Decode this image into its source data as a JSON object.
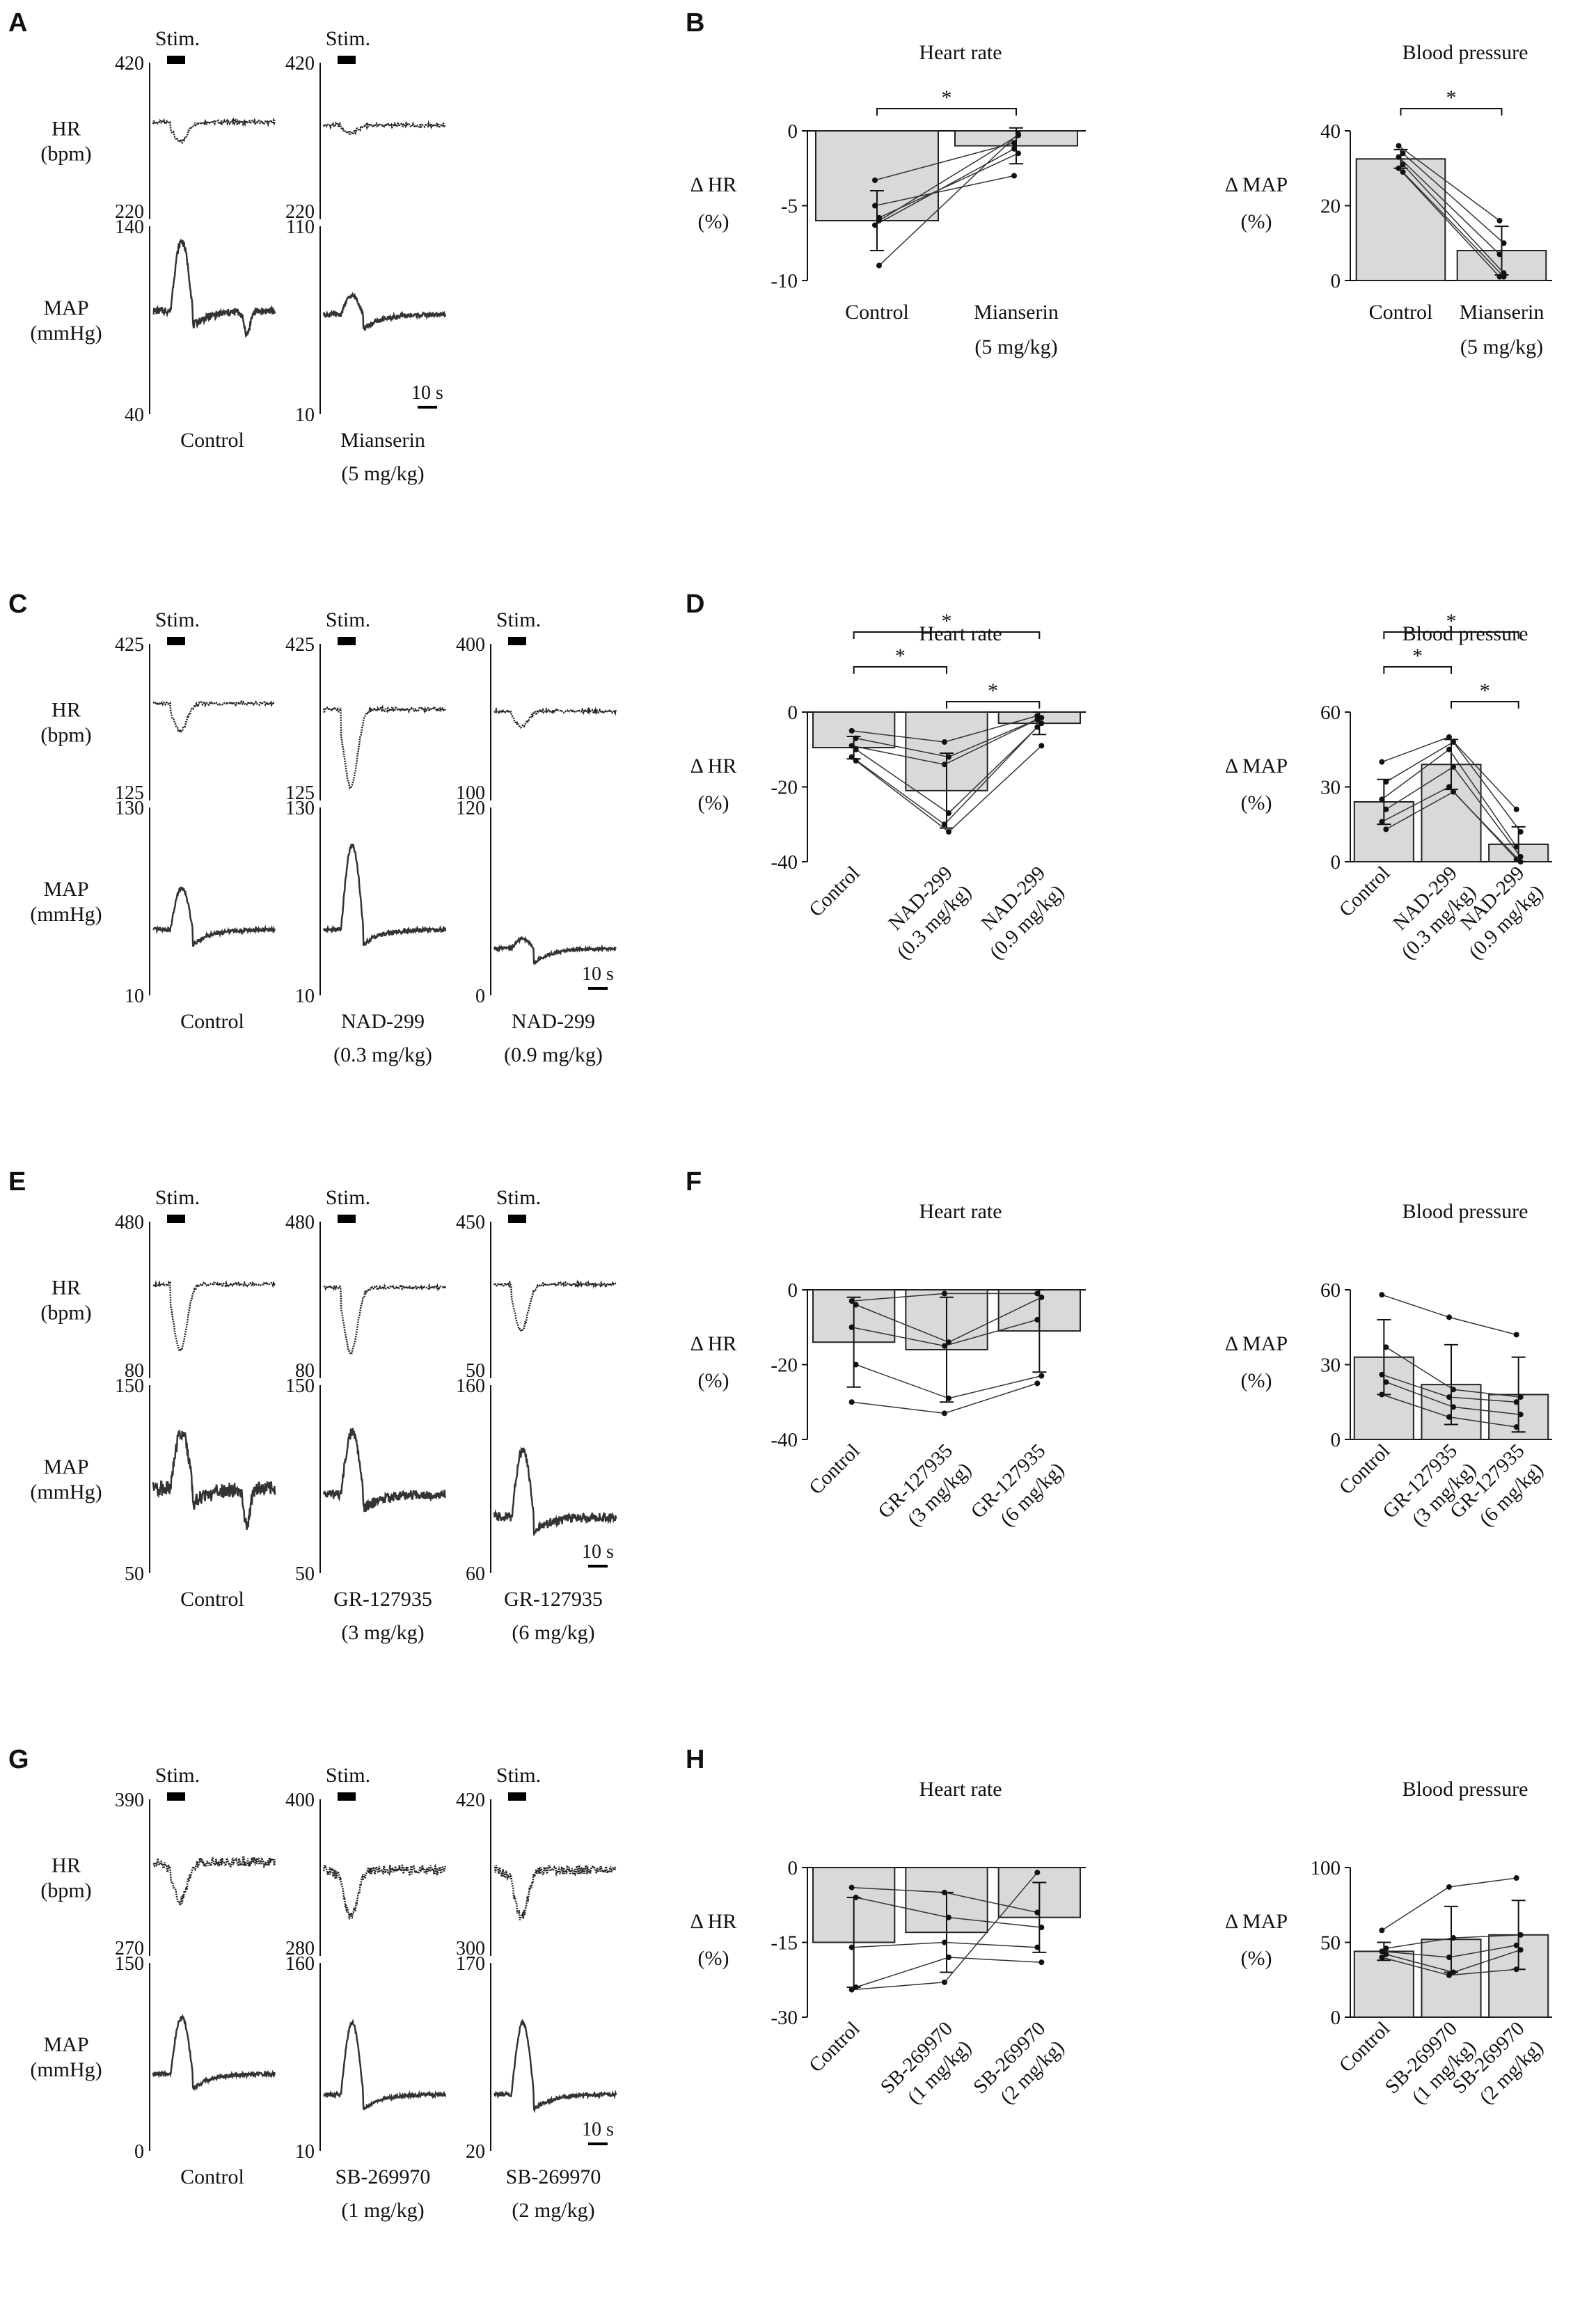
{
  "figure": {
    "panel_letters": [
      "A",
      "B",
      "C",
      "D",
      "E",
      "F",
      "G",
      "H"
    ],
    "trace_common": {
      "stim_label": "Stim.",
      "hr_label": [
        "HR",
        "(bpm)"
      ],
      "map_label": [
        "MAP",
        "(mmHg)"
      ],
      "scalebar_label": "10 s"
    },
    "rows": [
      {
        "trace_panel": "A",
        "bar_panel": "B",
        "traces": [
          {
            "label": [
              "Control"
            ],
            "hr": [
              420,
              220
            ],
            "map": [
              140,
              40
            ],
            "hr_base": 0.62,
            "hr_dip": 0.13,
            "hr_noise": 0.012,
            "map_base": 0.55,
            "map_peak": 0.37,
            "map_under": 0.06,
            "map_noise": 0.02
          },
          {
            "label": [
              "Mianserin",
              "(5 mg/kg)"
            ],
            "hr": [
              420,
              220
            ],
            "map": [
              110,
              10
            ],
            "hr_base": 0.6,
            "hr_dip": 0.05,
            "hr_noise": 0.012,
            "map_base": 0.53,
            "map_peak": 0.1,
            "map_under": 0.0,
            "map_noise": 0.012
          }
        ],
        "charts": [
          {
            "type": "bar",
            "title": "Heart rate",
            "ylabel": [
              "Δ HR",
              "(%)"
            ],
            "categories": [
              [
                "Control"
              ],
              [
                "Mianserin",
                "(5 mg/kg)"
              ]
            ],
            "rotated_labels": false,
            "ylim": [
              -10,
              0
            ],
            "yticks": [
              0,
              -5,
              -10
            ],
            "values": [
              -6,
              -1
            ],
            "errors": [
              2,
              1.2
            ],
            "individuals": [
              [
                -3.3,
                -6,
                -6.3,
                -5.8,
                -5,
                -9
              ],
              [
                -0.8,
                -0.3,
                -1.2,
                -1.5,
                -3,
                -0.2
              ]
            ],
            "significance": [
              [
                0,
                1
              ]
            ]
          },
          {
            "type": "bar",
            "title": "Blood pressure",
            "ylabel": [
              "Δ MAP",
              "(%)"
            ],
            "categories": [
              [
                "Control"
              ],
              [
                "Mianserin",
                "(5 mg/kg)"
              ]
            ],
            "rotated_labels": false,
            "ylim": [
              0,
              40
            ],
            "yticks": [
              0,
              20,
              40
            ],
            "values": [
              32.5,
              8
            ],
            "errors": [
              2.5,
              6.5
            ],
            "individuals": [
              [
                36,
                34,
                33,
                31,
                30,
                29
              ],
              [
                16,
                10,
                7,
                2,
                1,
                1
              ]
            ],
            "significance": [
              [
                0,
                1
              ]
            ]
          }
        ]
      },
      {
        "trace_panel": "C",
        "bar_panel": "D",
        "traces": [
          {
            "label": [
              "Control"
            ],
            "hr": [
              425,
              125
            ],
            "map": [
              130,
              10
            ],
            "hr_base": 0.62,
            "hr_dip": 0.18,
            "hr_noise": 0.01,
            "map_base": 0.35,
            "map_peak": 0.22,
            "map_under": 0.0,
            "map_noise": 0.01
          },
          {
            "label": [
              "NAD-299",
              "(0.3 mg/kg)"
            ],
            "hr": [
              425,
              125
            ],
            "map": [
              130,
              10
            ],
            "hr_base": 0.58,
            "hr_dip": 0.5,
            "hr_noise": 0.012,
            "map_base": 0.35,
            "map_peak": 0.45,
            "map_under": 0.0,
            "map_noise": 0.012
          },
          {
            "label": [
              "NAD-299",
              "(0.9 mg/kg)"
            ],
            "hr": [
              400,
              100
            ],
            "map": [
              120,
              0
            ],
            "hr_base": 0.57,
            "hr_dip": 0.1,
            "hr_noise": 0.01,
            "map_base": 0.25,
            "map_peak": 0.05,
            "map_under": 0.0,
            "map_noise": 0.008
          }
        ],
        "charts": [
          {
            "type": "bar",
            "title": "Heart rate",
            "ylabel": [
              "Δ HR",
              "(%)"
            ],
            "categories": [
              [
                "Control"
              ],
              [
                "NAD-299",
                "(0.3 mg/kg)"
              ],
              [
                "NAD-299",
                "(0.9 mg/kg)"
              ]
            ],
            "rotated_labels": true,
            "ylim": [
              -40,
              0
            ],
            "yticks": [
              0,
              -20,
              -40
            ],
            "values": [
              -9.5,
              -21,
              -3
            ],
            "errors": [
              3,
              10,
              3
            ],
            "individuals": [
              [
                -5,
                -7,
                -9,
                -10,
                -12,
                -13
              ],
              [
                -8,
                -12,
                -14,
                -27,
                -30,
                -32
              ],
              [
                -1,
                -1.5,
                -2,
                -3,
                -4,
                -9
              ]
            ],
            "significance": [
              [
                0,
                1
              ],
              [
                0,
                2
              ],
              [
                1,
                2
              ]
            ]
          },
          {
            "type": "bar",
            "title": "Blood pressure",
            "ylabel": [
              "Δ MAP",
              "(%)"
            ],
            "categories": [
              [
                "Control"
              ],
              [
                "NAD-299",
                "(0.3 mg/kg)"
              ],
              [
                "NAD-299",
                "(0.9 mg/kg)"
              ]
            ],
            "rotated_labels": true,
            "ylim": [
              0,
              60
            ],
            "yticks": [
              0,
              30,
              60
            ],
            "values": [
              24,
              39,
              7
            ],
            "errors": [
              9,
              10,
              7
            ],
            "individuals": [
              [
                40,
                32,
                25,
                21,
                16,
                13
              ],
              [
                50,
                48,
                45,
                38,
                30,
                28
              ],
              [
                21,
                12,
                6,
                2,
                1,
                0
              ]
            ],
            "significance": [
              [
                0,
                1
              ],
              [
                0,
                2
              ],
              [
                1,
                2
              ]
            ]
          }
        ]
      },
      {
        "trace_panel": "E",
        "bar_panel": "F",
        "traces": [
          {
            "label": [
              "Control"
            ],
            "hr": [
              480,
              80
            ],
            "map": [
              150,
              50
            ],
            "hr_base": 0.6,
            "hr_dip": 0.42,
            "hr_noise": 0.01,
            "map_base": 0.45,
            "map_peak": 0.3,
            "map_under": 0.1,
            "map_noise": 0.04
          },
          {
            "label": [
              "GR-127935",
              "(3 mg/kg)"
            ],
            "hr": [
              480,
              80
            ],
            "map": [
              150,
              50
            ],
            "hr_base": 0.58,
            "hr_dip": 0.42,
            "hr_noise": 0.01,
            "map_base": 0.42,
            "map_peak": 0.33,
            "map_under": 0.05,
            "map_noise": 0.025
          },
          {
            "label": [
              "GR-127935",
              "(6 mg/kg)"
            ],
            "hr": [
              450,
              50
            ],
            "map": [
              160,
              60
            ],
            "hr_base": 0.6,
            "hr_dip": 0.3,
            "hr_noise": 0.01,
            "map_base": 0.3,
            "map_peak": 0.35,
            "map_under": 0.05,
            "map_noise": 0.025
          }
        ],
        "charts": [
          {
            "type": "bar",
            "title": "Heart rate",
            "ylabel": [
              "Δ HR",
              "(%)"
            ],
            "categories": [
              [
                "Control"
              ],
              [
                "GR-127935",
                "(3 mg/kg)"
              ],
              [
                "GR-127935",
                "(6 mg/kg)"
              ]
            ],
            "rotated_labels": true,
            "ylim": [
              -40,
              0
            ],
            "yticks": [
              0,
              -20,
              -40
            ],
            "values": [
              -14,
              -16,
              -11
            ],
            "errors": [
              12,
              14,
              11
            ],
            "individuals": [
              [
                -3,
                -4,
                -10,
                -20,
                -30
              ],
              [
                -1,
                -14,
                -15,
                -29,
                -33
              ],
              [
                -1,
                -2,
                -8,
                -23,
                -25
              ]
            ],
            "significance": []
          },
          {
            "type": "bar",
            "title": "Blood pressure",
            "ylabel": [
              "Δ MAP",
              "(%)"
            ],
            "categories": [
              [
                "Control"
              ],
              [
                "GR-127935",
                "(3 mg/kg)"
              ],
              [
                "GR-127935",
                "(6 mg/kg)"
              ]
            ],
            "rotated_labels": true,
            "ylim": [
              0,
              60
            ],
            "yticks": [
              0,
              30,
              60
            ],
            "values": [
              33,
              22,
              18
            ],
            "errors": [
              15,
              16,
              15
            ],
            "individuals": [
              [
                58,
                37,
                26,
                23,
                18
              ],
              [
                49,
                20,
                17,
                13,
                9
              ],
              [
                42,
                17,
                15,
                10,
                5
              ]
            ],
            "significance": []
          }
        ]
      },
      {
        "trace_panel": "G",
        "bar_panel": "H",
        "traces": [
          {
            "label": [
              "Control"
            ],
            "hr": [
              390,
              270
            ],
            "map": [
              150,
              0
            ],
            "hr_base": 0.6,
            "hr_dip": 0.25,
            "hr_noise": 0.03,
            "map_base": 0.41,
            "map_peak": 0.3,
            "map_under": 0.0,
            "map_noise": 0.01
          },
          {
            "label": [
              "SB-269970",
              "(1 mg/kg)"
            ],
            "hr": [
              400,
              280
            ],
            "map": [
              160,
              10
            ],
            "hr_base": 0.55,
            "hr_dip": 0.3,
            "hr_noise": 0.03,
            "map_base": 0.3,
            "map_peak": 0.38,
            "map_under": 0.0,
            "map_noise": 0.01
          },
          {
            "label": [
              "SB-269970",
              "(2 mg/kg)"
            ],
            "hr": [
              420,
              300
            ],
            "map": [
              170,
              20
            ],
            "hr_base": 0.55,
            "hr_dip": 0.3,
            "hr_noise": 0.03,
            "map_base": 0.3,
            "map_peak": 0.38,
            "map_under": 0.0,
            "map_noise": 0.01
          }
        ],
        "charts": [
          {
            "type": "bar",
            "title": "Heart rate",
            "ylabel": [
              "Δ HR",
              "(%)"
            ],
            "categories": [
              [
                "Control"
              ],
              [
                "SB-269970",
                "(1 mg/kg)"
              ],
              [
                "SB-269970",
                "(2 mg/kg)"
              ]
            ],
            "rotated_labels": true,
            "ylim": [
              -30,
              0
            ],
            "yticks": [
              0,
              -15,
              -30
            ],
            "values": [
              -15,
              -13,
              -10
            ],
            "errors": [
              9,
              8,
              7
            ],
            "individuals": [
              [
                -4,
                -6,
                -16,
                -24,
                -24.5
              ],
              [
                -5,
                -10,
                -15,
                -18,
                -23
              ],
              [
                -9,
                -12,
                -16,
                -19,
                -1
              ]
            ],
            "significance": []
          },
          {
            "type": "bar",
            "title": "Blood pressure",
            "ylabel": [
              "Δ MAP",
              "(%)"
            ],
            "categories": [
              [
                "Control"
              ],
              [
                "SB-269970",
                "(1 mg/kg)"
              ],
              [
                "SB-269970",
                "(2 mg/kg)"
              ]
            ],
            "rotated_labels": true,
            "ylim": [
              0,
              100
            ],
            "yticks": [
              0,
              50,
              100
            ],
            "values": [
              44,
              52,
              55
            ],
            "errors": [
              6,
              22,
              23
            ],
            "individuals": [
              [
                58,
                46,
                44,
                42,
                40
              ],
              [
                87,
                53,
                40,
                30,
                28
              ],
              [
                93,
                55,
                48,
                45,
                32
              ]
            ],
            "significance": []
          }
        ]
      }
    ]
  }
}
